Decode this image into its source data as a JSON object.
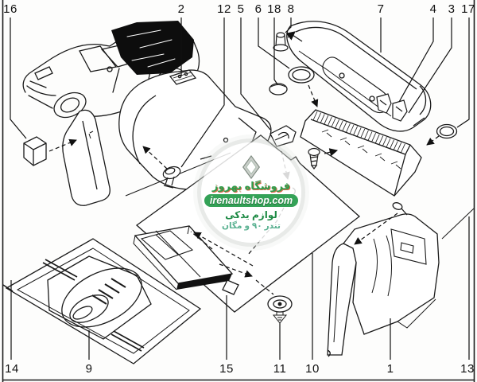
{
  "watermark": {
    "logo_icon": "renault-diamond-icon",
    "store_name": "فروشگاه بهروز",
    "website": "irenaultshop.com",
    "tagline_line1": "لوازم یدکی",
    "tagline_line2": "تندر ۹۰ و مگان",
    "colors": {
      "green_text": "#2f9e4c",
      "banner_green": "#34a257",
      "red_fringe": "#d34c28",
      "teal_text": "#5ab191"
    }
  },
  "callouts": {
    "top": [
      "16",
      "2",
      "12",
      "5",
      "6",
      "18",
      "8",
      "7",
      "4",
      "3",
      "17"
    ],
    "bottom": [
      "14",
      "9",
      "15",
      "11",
      "10",
      "1",
      "13"
    ]
  },
  "line_color": "#1a1a1a"
}
